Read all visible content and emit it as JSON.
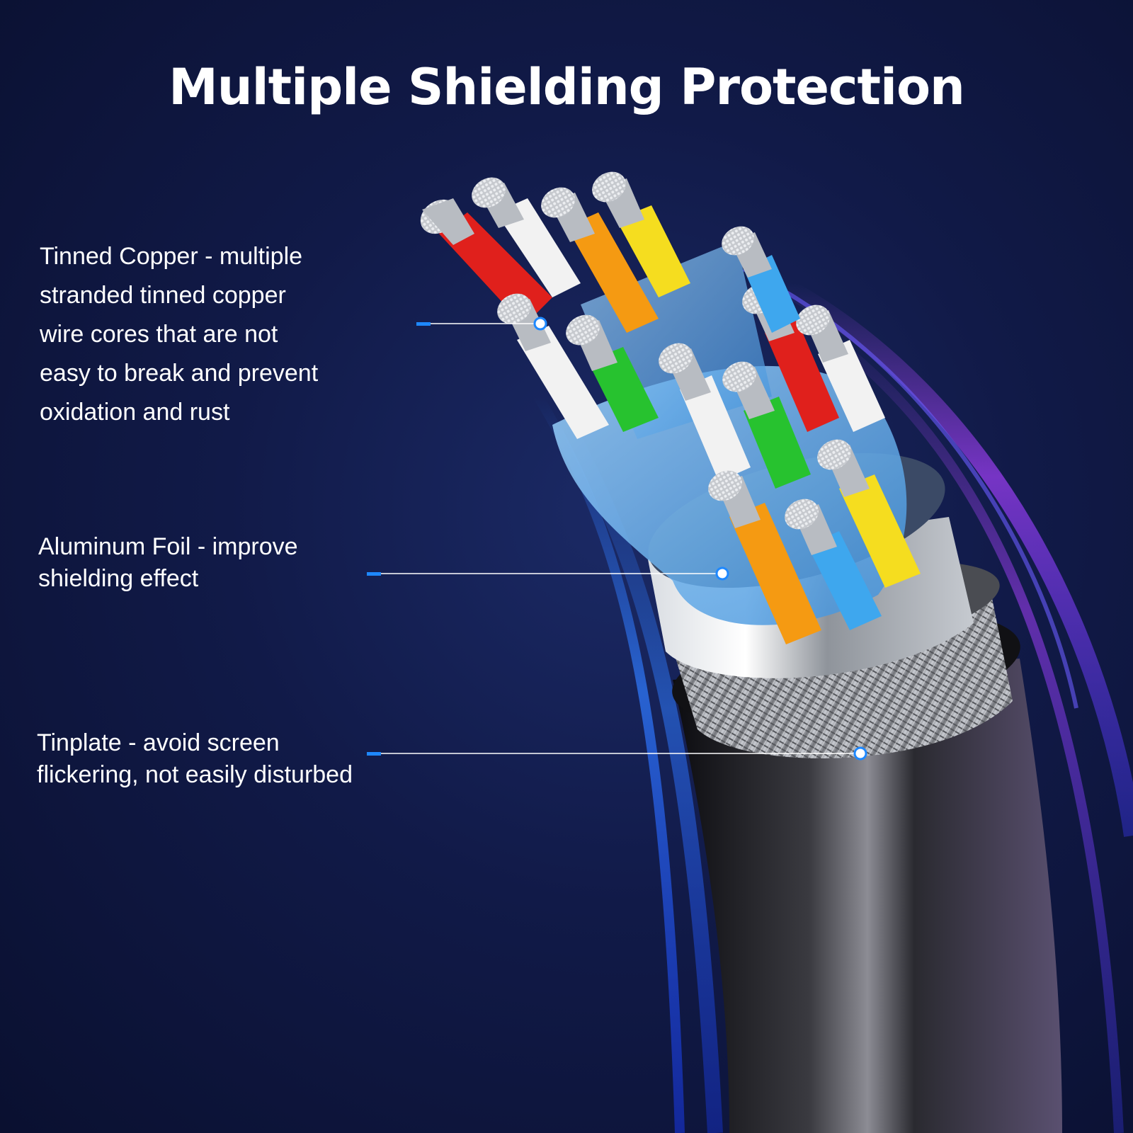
{
  "title": "Multiple Shielding Protection",
  "callouts": [
    {
      "lines": [
        "Tinned Copper - multiple",
        "stranded tinned copper",
        "wire cores that are not",
        "easy to break and prevent",
        "oxidation and rust"
      ]
    },
    {
      "lines": [
        "Aluminum Foil - improve",
        "shielding effect"
      ]
    },
    {
      "lines": [
        "Tinplate - avoid screen",
        "flickering, not easily disturbed"
      ]
    }
  ],
  "colors": {
    "background": "#111a48",
    "accent": "#1e88ff",
    "glow_purple": "#9b3cff",
    "jacket": "#1a1a1e"
  }
}
